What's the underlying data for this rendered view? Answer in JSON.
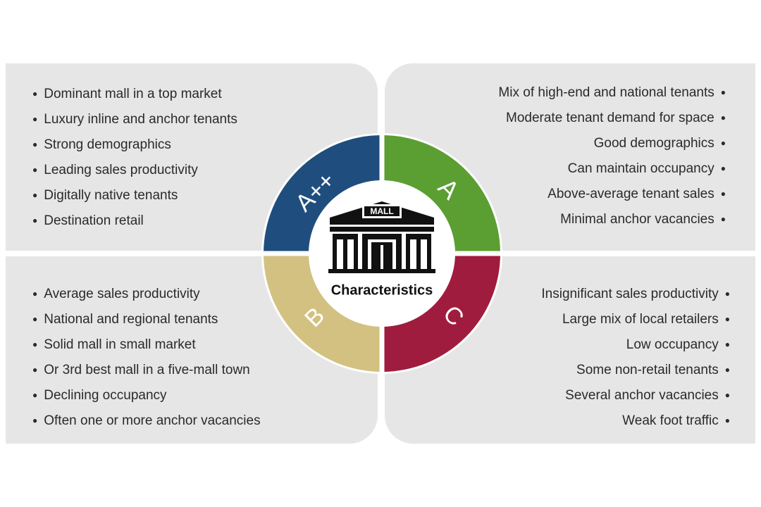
{
  "quadrants": {
    "top_left": {
      "grade": "A++",
      "color": "#1f4e7e",
      "items": [
        "Dominant mall in a top market",
        "Luxury inline and anchor tenants",
        "Strong demographics",
        "Leading sales productivity",
        "Digitally native tenants",
        "Destination retail"
      ]
    },
    "top_right": {
      "grade": "A",
      "color": "#5b9e32",
      "items": [
        "Mix of high-end and national tenants",
        "Moderate tenant demand for space",
        "Good demographics",
        "Can maintain occupancy",
        "Above-average tenant sales",
        "Minimal anchor vacancies"
      ]
    },
    "bottom_left": {
      "grade": "B",
      "color": "#d3c181",
      "items": [
        "Average sales productivity",
        "National and regional tenants",
        "Solid mall in small market",
        "Or 3rd best mall in a five-mall town",
        "Declining occupancy",
        "Often one or more anchor vacancies"
      ]
    },
    "bottom_right": {
      "grade": "C",
      "color": "#a01c3e",
      "items": [
        "Insignificant sales productivity",
        "Large mix of local retailers",
        "Low occupancy",
        "Some non-retail tenants",
        "Several anchor vacancies",
        "Weak foot traffic"
      ]
    }
  },
  "center": {
    "icon": "mall-building-icon",
    "sign_text": "MALL",
    "label": "Characteristics"
  }
}
